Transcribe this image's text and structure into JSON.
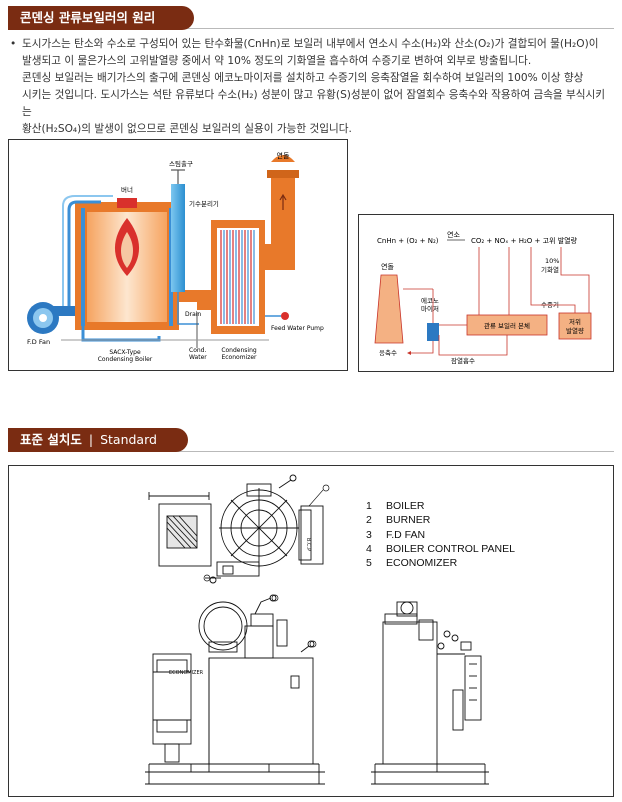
{
  "section1": {
    "title": "콘덴싱 관류보일러의 원리",
    "bullet": "•",
    "paragraph_lines": [
      "도시가스는 탄소와 수소로 구성되어 있는 탄수화물(CnHn)로 보일러 내부에서 연소시 수소(H₂)와 산소(O₂)가 결합되어 물(H₂O)이",
      "발생되고 이 물은가스의 고위발열량 중에서 약 10% 정도의 기화열을 흡수하여 수증기로 변하여 외부로 방출됩니다.",
      "콘덴싱 보일러는 배기가스의 출구에 콘덴싱 에코노마이저를 설치하고 수증기의 응축잠열을 회수하여 보일러의 100% 이상 향상",
      "시키는 것입니다. 도시가스는 석탄 유류보다 수소(H₂) 성분이 많고 유황(S)성분이 없어 잠열회수 응축수와 작용하여 금속을 부식시키는",
      "황산(H₂SO₄)의 발생이 없으므로 콘덴싱 보일러의 실용이 가능한 것입니다."
    ]
  },
  "boiler_diagram": {
    "chimney": "연돌",
    "steam_outlet": "스팀출구",
    "burner": "버너",
    "separator": "기수분리기",
    "fd_fan": "F.D Fan",
    "drain": "Drain",
    "cond_water_1": "Cond.",
    "cond_water_2": "Water",
    "feed_pump": "Feed Water Pump",
    "boiler_name_1": "SACX-Type",
    "boiler_name_2": "Condensing Boiler",
    "econ_name_1": "Condensing",
    "econ_name_2": "Economizer"
  },
  "flow_diagram": {
    "equation_left": "CnHn + (O₂ + N₂)",
    "combustion": "연소",
    "equation_right": "CO₂ + NOₓ + H₂O + 고위 발열량",
    "chimney": "연돌",
    "economizer_1": "에코노",
    "economizer_2": "마이저",
    "pct": "10%",
    "vap_heat": "기화열",
    "vapor": "수증기",
    "boiler_body": "관류 보일러 본체",
    "low_heat_1": "저위",
    "low_heat_2": "발열량",
    "condensate": "응축수",
    "latent_recovery": "잠열흡수"
  },
  "section2": {
    "title_ko": "표준 설치도",
    "separator": "|",
    "title_en": "Standard Layout"
  },
  "layout_drawing": {
    "economizer_label": "ECONOMIZER",
    "panel_label": "B.C.P"
  },
  "legend": [
    {
      "num": "1",
      "label": "BOILER"
    },
    {
      "num": "2",
      "label": "BURNER"
    },
    {
      "num": "3",
      "label": "F.D FAN"
    },
    {
      "num": "4",
      "label": "BOILER CONTROL PANEL"
    },
    {
      "num": "5",
      "label": "ECONOMIZER"
    }
  ],
  "colors": {
    "header_bg": "#7a2c12",
    "boiler_orange": "#e8792a",
    "pipe_blue": "#3b8fd6",
    "flow_orange": "#f4b183",
    "flow_line": "#c8342a"
  }
}
